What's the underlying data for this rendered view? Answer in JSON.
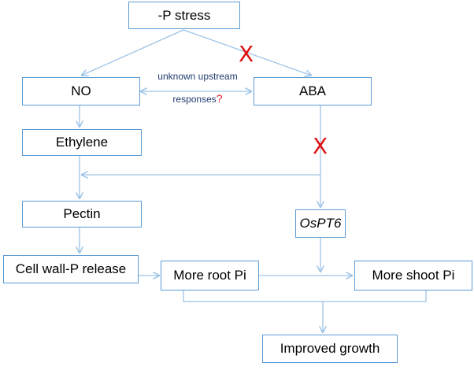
{
  "diagram": {
    "nodes": {
      "p_stress": "-P stress",
      "no": "NO",
      "aba": "ABA",
      "ethylene": "Ethylene",
      "pectin": "Pectin",
      "ospt6": "OsPT6",
      "cell_wall": "Cell wall-P release",
      "root_pi": "More root Pi",
      "shoot_pi": "More shoot Pi",
      "growth": "Improved growth"
    },
    "annotation": {
      "line1": "unknown upstream",
      "line2": "responses",
      "qmark": "?"
    },
    "block_mark": "X",
    "colors": {
      "connector": "#9dc3e6",
      "box_border": "#5b9bd5",
      "block_mark": "#e01010",
      "annotation_text": "#1f3b6e"
    }
  }
}
